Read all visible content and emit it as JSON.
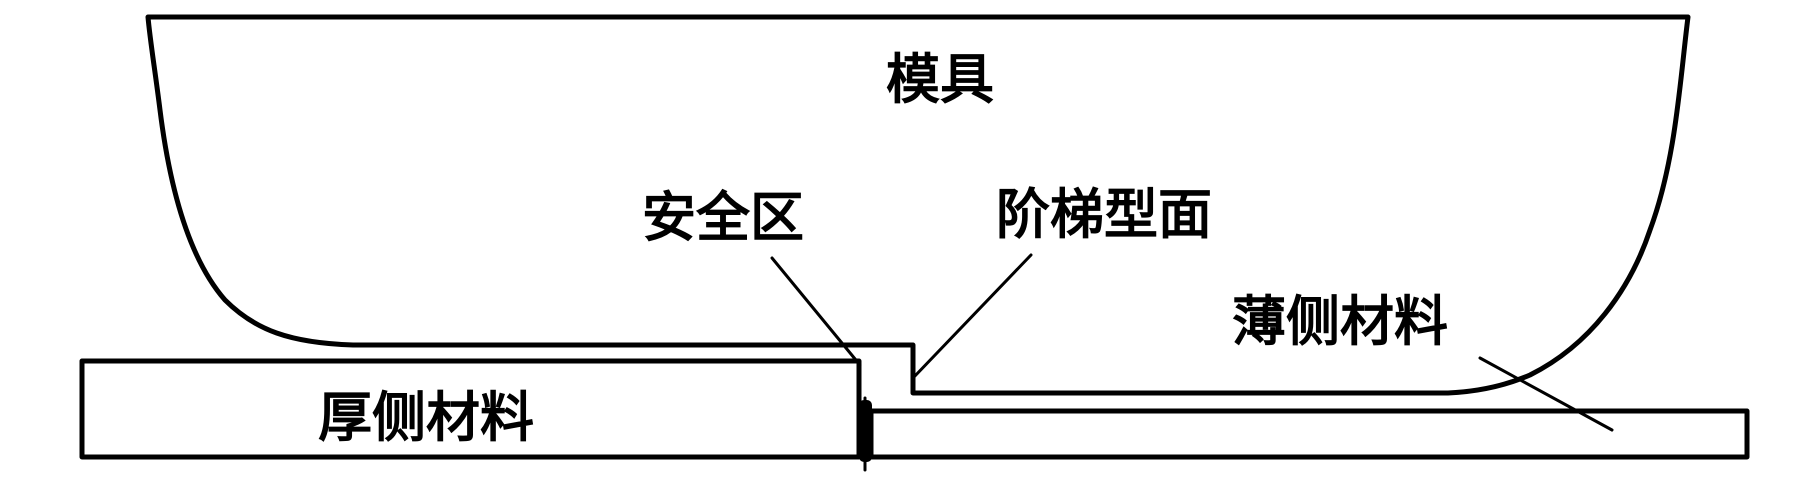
{
  "labels": {
    "mold": "模具",
    "safe_zone": "安全区",
    "stepped_surface": "阶梯型面",
    "thin_side_material": "薄侧材料",
    "thick_side_material": "厚侧材料"
  }
}
